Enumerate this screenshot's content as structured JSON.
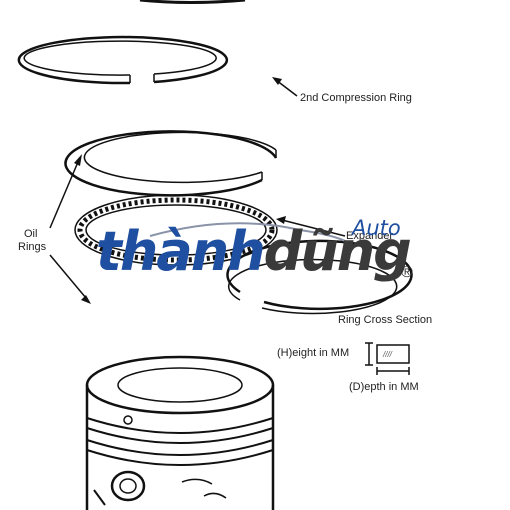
{
  "labels": {
    "second_ring": "2nd Compression Ring",
    "oil_rings_line1": "Oil",
    "oil_rings_line2": "Rings",
    "expander": "Expander",
    "cross_section": "Ring Cross Section",
    "height": "(H)eight in MM",
    "depth": "(D)epth in MM",
    "hatch": "////"
  },
  "watermark": {
    "part1": "thành",
    "part2": "dũng",
    "auto": "Auto",
    "reg": "®"
  },
  "colors": {
    "line": "#111111",
    "watermark_blue": "#1f4fa0",
    "watermark_dark": "#3a3a3a"
  }
}
